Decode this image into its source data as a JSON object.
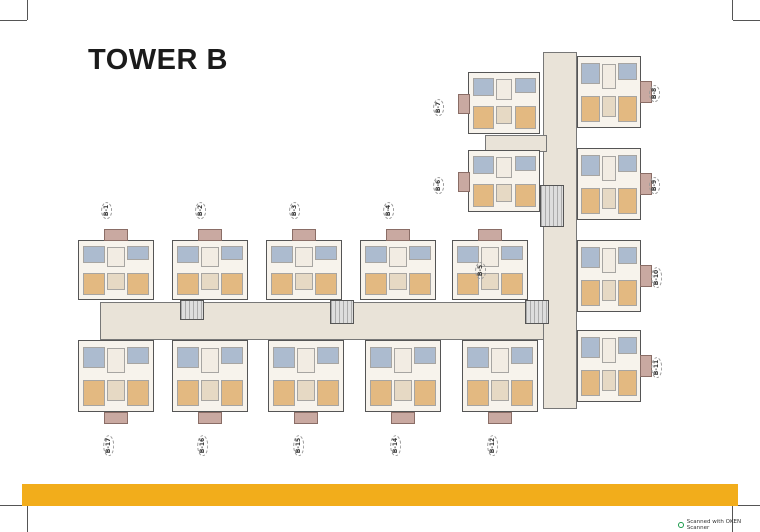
{
  "title": "TOWER B",
  "units": {
    "top_row": [
      "B-1",
      "B-2",
      "B-3",
      "B-4",
      "B-5"
    ],
    "bottom_row": [
      "B-17",
      "B-16",
      "B-15",
      "B-14",
      "B-12"
    ],
    "upper_cluster": [
      "B-7",
      "B-6"
    ],
    "right_column": [
      "B-8",
      "B-9",
      "B-10",
      "B-11"
    ]
  },
  "footer": {
    "scanner_text": "Scanned with OKEN Scanner"
  },
  "colors": {
    "accent_bar": "#f2ad1b",
    "corridor": "#e9e3d8",
    "balcony": "#c9a9a1",
    "bedroom_blue": "#6f8fb8",
    "wood": "#d48a2a"
  }
}
